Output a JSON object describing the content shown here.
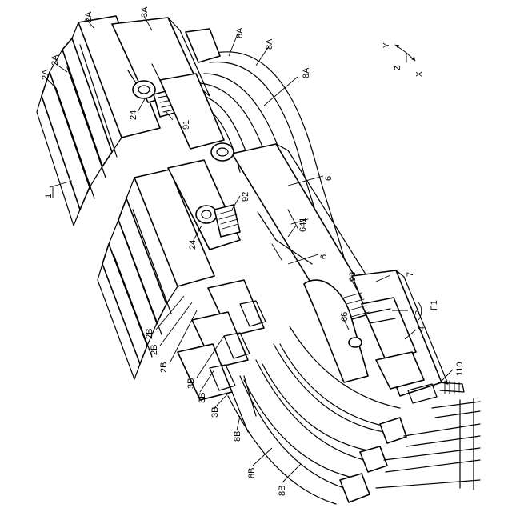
{
  "labels": {
    "l_2A_top": "2A",
    "l_3A": "3A",
    "l_2A_mid": "2A",
    "l_2A_left": "2A",
    "l_8A_1": "8A",
    "l_8A_2": "8A",
    "l_8A_3": "8A",
    "l_24_top": "24",
    "l_91": "91",
    "l_1": "1",
    "l_6_top": "6",
    "l_92": "92",
    "l_641": "641",
    "l_24_bot": "24",
    "l_6_mid": "6",
    "l_93": "93",
    "l_7": "7",
    "l_5": "5",
    "l_F1": "F1",
    "l_66": "66",
    "l_4": "4",
    "l_2B_1": "2B",
    "l_2B_2": "2B",
    "l_2B_3": "2B",
    "l_3B_1": "3B",
    "l_3B_2": "3B",
    "l_3B_3": "3B",
    "l_110": "110",
    "l_8B_1": "8B",
    "l_8B_2": "8B",
    "l_8B_3": "8B"
  },
  "axes": {
    "y": "Y",
    "z": "Z",
    "x": "X"
  },
  "colors": {
    "ink": "#000000",
    "paper": "#ffffff"
  }
}
